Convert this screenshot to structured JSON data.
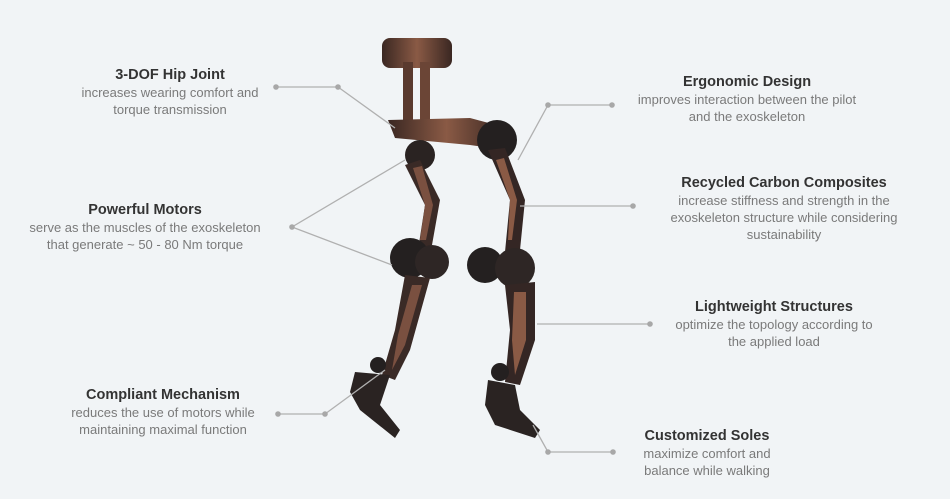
{
  "colors": {
    "background": "#f1f4f6",
    "title": "#333333",
    "description": "#7a7a7a",
    "leader": "#b0b0b0",
    "frame": "#2b2220",
    "bronze": "#6b4536"
  },
  "features": [
    {
      "id": "hip",
      "title": "3-DOF Hip Joint",
      "lines": [
        "increases wearing comfort and",
        "torque transmission"
      ]
    },
    {
      "id": "motors",
      "title": "Powerful Motors",
      "lines": [
        "serve as the muscles of the exoskeleton",
        "that generate ~ 50 - 80 Nm torque"
      ]
    },
    {
      "id": "compliant",
      "title": "Compliant Mechanism",
      "lines": [
        "reduces the use of motors while",
        "maintaining maximal function"
      ]
    },
    {
      "id": "ergonomic",
      "title": "Ergonomic Design",
      "lines": [
        "improves interaction between the pilot",
        "and the exoskeleton"
      ]
    },
    {
      "id": "carbon",
      "title": "Recycled Carbon Composites",
      "lines": [
        "increase stiffness and strength in the",
        "exoskeleton structure while considering",
        "sustainability"
      ]
    },
    {
      "id": "lightweight",
      "title": "Lightweight Structures",
      "lines": [
        "optimize the topology according to",
        "the applied load"
      ]
    },
    {
      "id": "soles",
      "title": "Customized Soles",
      "lines": [
        "maximize comfort and",
        "balance while walking"
      ]
    }
  ]
}
